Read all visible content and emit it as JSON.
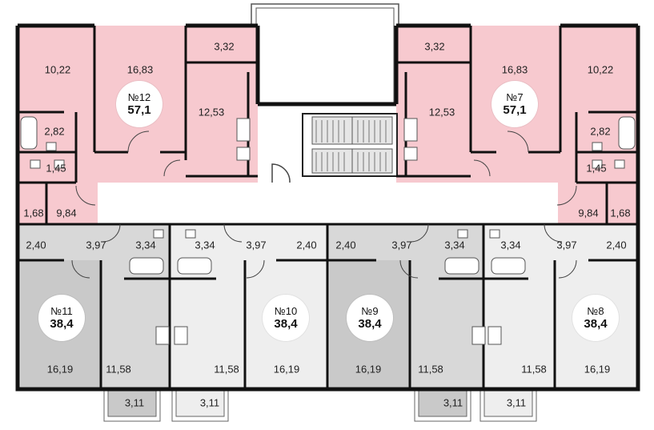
{
  "colors": {
    "pink": "#f7c9cf",
    "gray_dark": "#c9c9c9",
    "gray_mid": "#d8d8d8",
    "gray_light": "#eeeeee",
    "wall": "#111111",
    "corridor": "#ffffff"
  },
  "apartments": [
    {
      "id": "12",
      "label": "№12",
      "area": "57,1"
    },
    {
      "id": "7",
      "label": "№7",
      "area": "57,1"
    },
    {
      "id": "11",
      "label": "№11",
      "area": "38,4"
    },
    {
      "id": "10",
      "label": "№10",
      "area": "38,4"
    },
    {
      "id": "9",
      "label": "№9",
      "area": "38,4"
    },
    {
      "id": "8",
      "label": "№8",
      "area": "38,4"
    }
  ],
  "rooms": {
    "apt12": [
      "10,22",
      "16,83",
      "3,32",
      "12,53",
      "2,82",
      "1,45",
      "1,68",
      "9,84"
    ],
    "apt7": [
      "3,32",
      "16,83",
      "10,22",
      "12,53",
      "2,82",
      "1,45",
      "9,84",
      "1,68"
    ],
    "apt11": [
      "2,40",
      "3,97",
      "3,34",
      "16,19",
      "11,58",
      "3,11"
    ],
    "apt10": [
      "3,34",
      "3,97",
      "2,40",
      "16,19",
      "11,58",
      "3,11"
    ],
    "apt9": [
      "2,40",
      "3,97",
      "3,34",
      "16,19",
      "11,58",
      "3,11"
    ],
    "apt8": [
      "3,34",
      "3,97",
      "2,40",
      "16,19",
      "11,58",
      "3,11"
    ]
  }
}
